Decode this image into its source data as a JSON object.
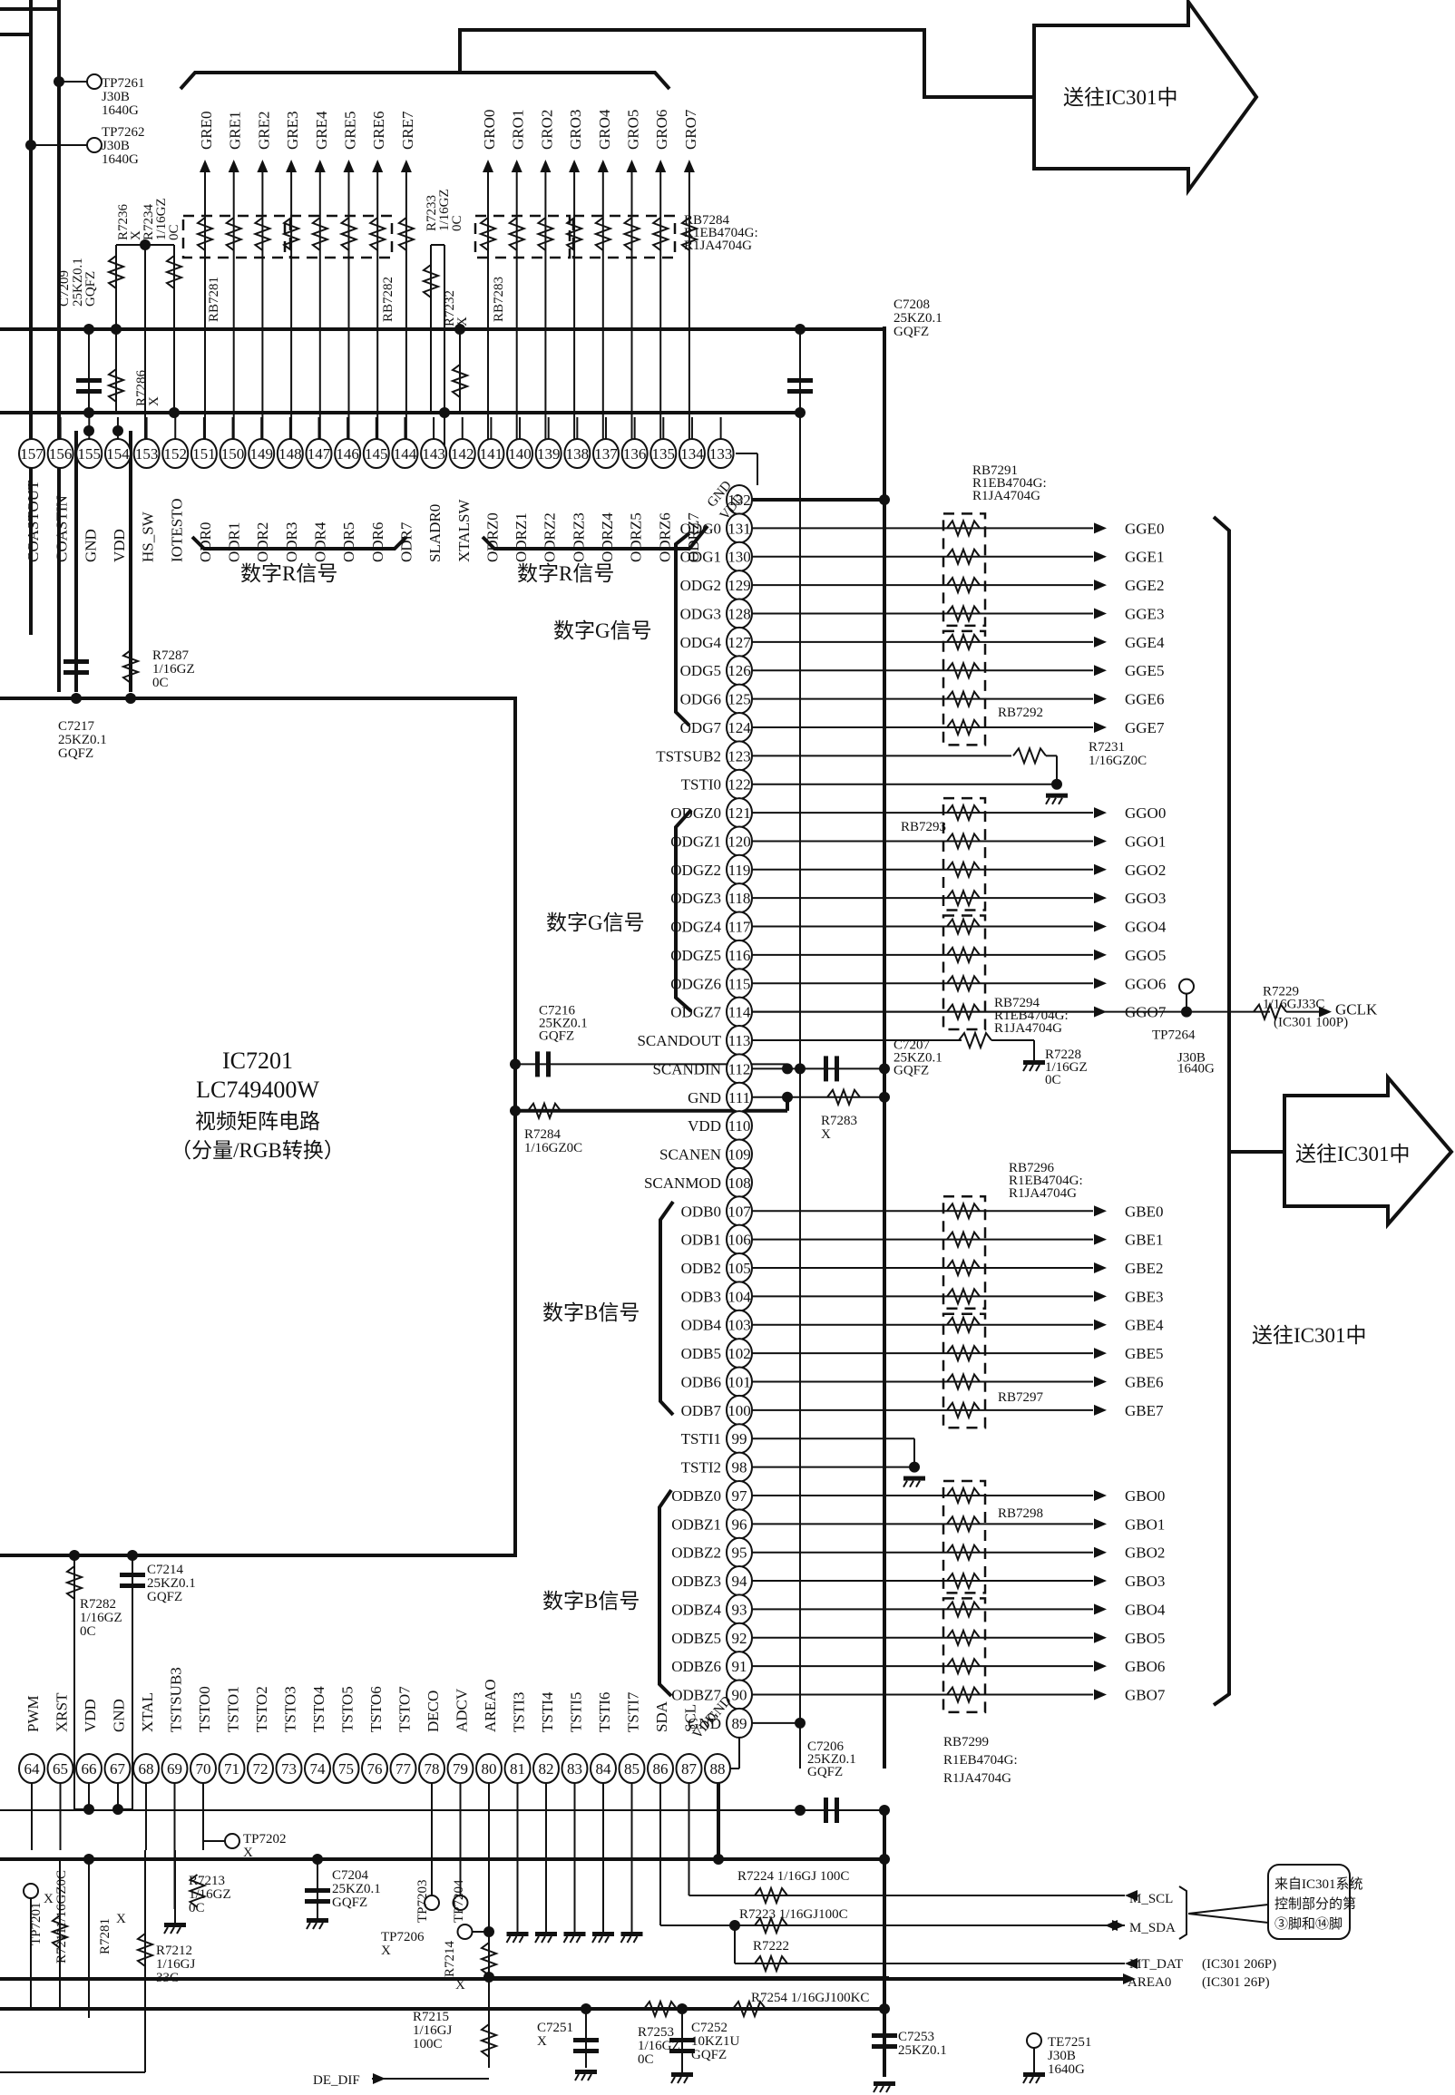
{
  "ic": {
    "ref": "IC7201",
    "part": "LC749400W",
    "desc1": "视频矩阵电路",
    "desc2": "（分量/RGB转换）"
  },
  "top_pins": [
    {
      "num": "157",
      "name": "COASTOUT"
    },
    {
      "num": "156",
      "name": "COASTIN"
    },
    {
      "num": "155",
      "name": "GND"
    },
    {
      "num": "154",
      "name": "VDD"
    },
    {
      "num": "153",
      "name": "HS_SW"
    },
    {
      "num": "152",
      "name": "IOTESTO"
    },
    {
      "num": "151",
      "name": "ODR0"
    },
    {
      "num": "150",
      "name": "ODR1"
    },
    {
      "num": "149",
      "name": "ODR2"
    },
    {
      "num": "148",
      "name": "ODR3"
    },
    {
      "num": "147",
      "name": "ODR4"
    },
    {
      "num": "146",
      "name": "ODR5"
    },
    {
      "num": "145",
      "name": "ODR6"
    },
    {
      "num": "144",
      "name": "ODR7"
    },
    {
      "num": "143",
      "name": "SLADR0"
    },
    {
      "num": "142",
      "name": "XTALSW"
    },
    {
      "num": "141",
      "name": "ODRZ0"
    },
    {
      "num": "140",
      "name": "ODRZ1"
    },
    {
      "num": "139",
      "name": "ODRZ2"
    },
    {
      "num": "138",
      "name": "ODRZ3"
    },
    {
      "num": "137",
      "name": "ODRZ4"
    },
    {
      "num": "136",
      "name": "ODRZ5"
    },
    {
      "num": "135",
      "name": "ODRZ6"
    },
    {
      "num": "134",
      "name": "ODRZ7"
    },
    {
      "num": "133",
      "name": "GND"
    }
  ],
  "right_pins": [
    {
      "num": "132",
      "name": "VDD"
    },
    {
      "num": "131",
      "name": "ODG0"
    },
    {
      "num": "130",
      "name": "ODG1"
    },
    {
      "num": "129",
      "name": "ODG2"
    },
    {
      "num": "128",
      "name": "ODG3"
    },
    {
      "num": "127",
      "name": "ODG4"
    },
    {
      "num": "126",
      "name": "ODG5"
    },
    {
      "num": "125",
      "name": "ODG6"
    },
    {
      "num": "124",
      "name": "ODG7"
    },
    {
      "num": "123",
      "name": "TSTSUB2"
    },
    {
      "num": "122",
      "name": "TSTI0"
    },
    {
      "num": "121",
      "name": "ODGZ0"
    },
    {
      "num": "120",
      "name": "ODGZ1"
    },
    {
      "num": "119",
      "name": "ODGZ2"
    },
    {
      "num": "118",
      "name": "ODGZ3"
    },
    {
      "num": "117",
      "name": "ODGZ4"
    },
    {
      "num": "116",
      "name": "ODGZ5"
    },
    {
      "num": "115",
      "name": "ODGZ6"
    },
    {
      "num": "114",
      "name": "ODGZ7"
    },
    {
      "num": "113",
      "name": "SCANDOUT"
    },
    {
      "num": "112",
      "name": "SCANDIN"
    },
    {
      "num": "111",
      "name": "GND"
    },
    {
      "num": "110",
      "name": "VDD"
    },
    {
      "num": "109",
      "name": "SCANEN"
    },
    {
      "num": "108",
      "name": "SCANMOD"
    },
    {
      "num": "107",
      "name": "ODB0"
    },
    {
      "num": "106",
      "name": "ODB1"
    },
    {
      "num": "105",
      "name": "ODB2"
    },
    {
      "num": "104",
      "name": "ODB3"
    },
    {
      "num": "103",
      "name": "ODB4"
    },
    {
      "num": "102",
      "name": "ODB5"
    },
    {
      "num": "101",
      "name": "ODB6"
    },
    {
      "num": "100",
      "name": "ODB7"
    },
    {
      "num": "99",
      "name": "TSTI1"
    },
    {
      "num": "98",
      "name": "TSTI2"
    },
    {
      "num": "97",
      "name": "ODBZ0"
    },
    {
      "num": "96",
      "name": "ODBZ1"
    },
    {
      "num": "95",
      "name": "ODBZ2"
    },
    {
      "num": "94",
      "name": "ODBZ3"
    },
    {
      "num": "93",
      "name": "ODBZ4"
    },
    {
      "num": "92",
      "name": "ODBZ5"
    },
    {
      "num": "91",
      "name": "ODBZ6"
    },
    {
      "num": "90",
      "name": "ODBZ7"
    },
    {
      "num": "89",
      "name": "GND"
    }
  ],
  "bottom_pins": [
    {
      "num": "64",
      "name": "PWM"
    },
    {
      "num": "65",
      "name": "XRST"
    },
    {
      "num": "66",
      "name": "VDD"
    },
    {
      "num": "67",
      "name": "GND"
    },
    {
      "num": "68",
      "name": "XTAL"
    },
    {
      "num": "69",
      "name": "TSTSUB3"
    },
    {
      "num": "70",
      "name": "TSTO0"
    },
    {
      "num": "71",
      "name": "TSTO1"
    },
    {
      "num": "72",
      "name": "TSTO2"
    },
    {
      "num": "73",
      "name": "TSTO3"
    },
    {
      "num": "74",
      "name": "TSTO4"
    },
    {
      "num": "75",
      "name": "TSTO5"
    },
    {
      "num": "76",
      "name": "TSTO6"
    },
    {
      "num": "77",
      "name": "TSTO7"
    },
    {
      "num": "78",
      "name": "DECO"
    },
    {
      "num": "79",
      "name": "ADCV"
    },
    {
      "num": "80",
      "name": "AREAO"
    },
    {
      "num": "81",
      "name": "TSTI3"
    },
    {
      "num": "82",
      "name": "TSTI4"
    },
    {
      "num": "83",
      "name": "TSTI5"
    },
    {
      "num": "84",
      "name": "TSTI6"
    },
    {
      "num": "85",
      "name": "TSTI7"
    },
    {
      "num": "86",
      "name": "SDA"
    },
    {
      "num": "87",
      "name": "SCL"
    },
    {
      "num": "88",
      "name": "VDD"
    }
  ],
  "top_outputs_e": [
    "GRE0",
    "GRE1",
    "GRE2",
    "GRE3",
    "GRE4",
    "GRE5",
    "GRE6",
    "GRE7"
  ],
  "top_outputs_o": [
    "GRO0",
    "GRO1",
    "GRO2",
    "GRO3",
    "GRO4",
    "GRO5",
    "GRO6",
    "GRO7"
  ],
  "outputs_gge": [
    "GGE0",
    "GGE1",
    "GGE2",
    "GGE3",
    "GGE4",
    "GGE5",
    "GGE6",
    "GGE7"
  ],
  "outputs_ggo": [
    "GGO0",
    "GGO1",
    "GGO2",
    "GGO3",
    "GGO4",
    "GGO5",
    "GGO6",
    "GGO7"
  ],
  "outputs_gbe": [
    "GBE0",
    "GBE1",
    "GBE2",
    "GBE3",
    "GBE4",
    "GBE5",
    "GBE6",
    "GBE7"
  ],
  "outputs_gbo": [
    "GBO0",
    "GBO1",
    "GBO2",
    "GBO3",
    "GBO4",
    "GBO5",
    "GBO6",
    "GBO7"
  ],
  "group_labels": {
    "r_even": "数字R信号",
    "r_odd": "数字R信号",
    "g_even": "数字G信号",
    "g_odd": "数字G信号",
    "b_even": "数字B信号",
    "b_odd": "数字B信号",
    "to_ic301": "送往IC301中",
    "to_ic301_arrow2": "送往IC301中",
    "to_ic301_side": "送往IC301中"
  },
  "resistor_arrays": {
    "rb7281": "RB7281",
    "rb7282": "RB7282",
    "rb7283": "RB7283",
    "rb7284": [
      "RB7284",
      "R1EB4704G:",
      "R1JA4704G"
    ],
    "rb7291": [
      "RB7291",
      "R1EB4704G:",
      "R1JA4704G"
    ],
    "rb7292": "RB7292",
    "rb7293": "RB7293",
    "rb7294": [
      "RB7294",
      "R1EB4704G:",
      "R1JA4704G"
    ],
    "rb7296": [
      "RB7296",
      "R1EB4704G:",
      "R1JA4704G"
    ],
    "rb7297": "RB7297",
    "rb7298": "RB7298",
    "rb7299": [
      "RB7299",
      "R1EB4704G:",
      "R1JA4704G"
    ]
  },
  "components": {
    "tp7261": [
      "TP7261",
      "J30B",
      "1640G"
    ],
    "tp7262": [
      "TP7262",
      "J30B",
      "1640G"
    ],
    "r7236": [
      "R7236",
      "X"
    ],
    "r7234": [
      "R7234",
      "1/16GZ",
      "0C"
    ],
    "c7209": [
      "C7209",
      "25KZ0.1",
      "GQFZ"
    ],
    "r7286": [
      "R7286",
      "X"
    ],
    "r7233": [
      "R7233",
      "1/16GZ",
      "0C"
    ],
    "r7232": [
      "R7232",
      "X"
    ],
    "c7208": [
      "C7208",
      "25KZ0.1",
      "GQFZ"
    ],
    "r7287": [
      "R7287",
      "1/16GZ",
      "0C"
    ],
    "c7217": [
      "C7217",
      "25KZ0.1",
      "GQFZ"
    ],
    "r7231": [
      "R7231",
      "1/16GZ0C"
    ],
    "tp7264": [
      "TP7264",
      "J30B",
      "1640G"
    ],
    "r7229": [
      "R7229",
      "1/16GJ33C"
    ],
    "gclk": "GCLK",
    "gclk_note": "(IC301 100P)",
    "c7216": [
      "C7216",
      "25KZ0.1",
      "GQFZ"
    ],
    "r7284": [
      "R7284",
      "1/16GZ0C"
    ],
    "c7207": [
      "C7207",
      "25KZ0.1",
      "GQFZ"
    ],
    "r7228": [
      "R7228",
      "1/16GZ",
      "0C"
    ],
    "r7283": [
      "R7283",
      "X"
    ],
    "r7282": [
      "R7282",
      "1/16GZ",
      "0C"
    ],
    "c7214": [
      "C7214",
      "25KZ0.1",
      "GQFZ"
    ],
    "c7206": [
      "C7206",
      "25KZ0.1",
      "GQFZ"
    ],
    "tp7202": [
      "TP7202",
      "X"
    ],
    "tp7201": [
      "TP7201",
      "X"
    ],
    "r7211": "R72111/16GZ0C",
    "r7281": [
      "R7281",
      "X"
    ],
    "r7213": [
      "R7213",
      "1/16GZ",
      "0C"
    ],
    "r7212": [
      "R7212",
      "1/16GJ",
      "33C"
    ],
    "c7204": [
      "C7204",
      "25KZ0.1",
      "GQFZ"
    ],
    "tp7203": [
      "TP7203",
      "X"
    ],
    "tp7204": [
      "TP7204",
      "X"
    ],
    "tp7206": [
      "TP7206",
      "X"
    ],
    "r7214": [
      "R7214",
      "X"
    ],
    "r7215": [
      "R7215",
      "1/16GJ",
      "100C"
    ],
    "c7251": [
      "C7251",
      "X"
    ],
    "r7253": [
      "R7253",
      "1/16GZ",
      "0C"
    ],
    "c7252": [
      "C7252",
      "10KZ1U",
      "GQFZ"
    ],
    "r7254": "R7254 1/16GJ100KC",
    "c7253": [
      "C7253",
      "25KZ0.1"
    ],
    "te7251": [
      "TE7251",
      "J30B",
      "1640G"
    ],
    "r7224": "R7224 1/16GJ 100C",
    "r7223": "R7223 1/16GJ100C",
    "r7222": "R7222",
    "de_dif": "DE_DIF"
  },
  "io_signals": {
    "m_scl": "M_SCL",
    "m_sda": "M_SDA",
    "mt_dat": "MT_DAT",
    "mt_dat_note": "(IC301 206P)",
    "area0": "AREA0",
    "area0_note": "(IC301 26P)"
  },
  "callout": {
    "line1": "来自IC301系统",
    "line2": "控制部分的第",
    "line3": "③脚和⑭脚"
  }
}
